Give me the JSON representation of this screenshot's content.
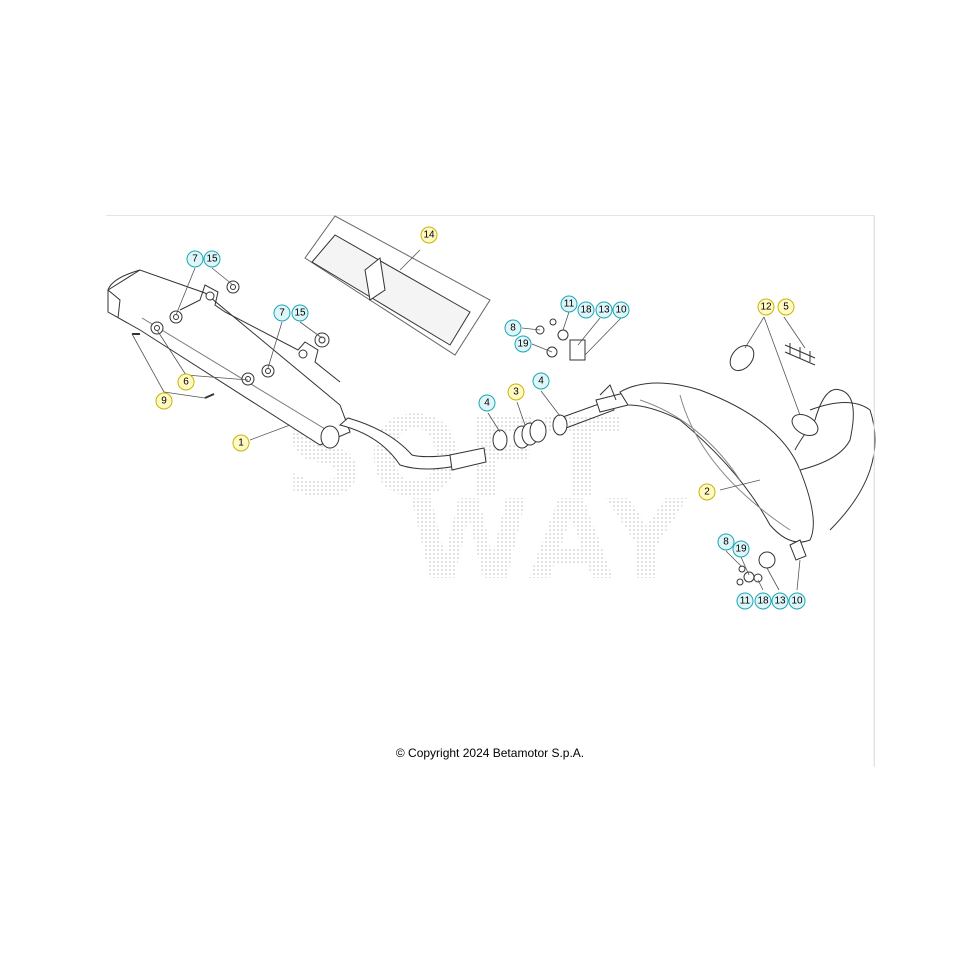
{
  "diagram": {
    "watermark": [
      "SOFT",
      "WAY"
    ],
    "copyright": "© Copyright 2024 Betamotor S.p.A.",
    "colors": {
      "yellow_callout": "#fff9c4",
      "cyan_callout": "#dff6f8",
      "yellow_ring": "#c9b500",
      "cyan_ring": "#1aa6b7"
    },
    "callouts": [
      {
        "label": "1",
        "style": "yellow"
      },
      {
        "label": "2",
        "style": "yellow"
      },
      {
        "label": "3",
        "style": "yellow"
      },
      {
        "label": "4",
        "style": "cyan"
      },
      {
        "label": "4",
        "style": "cyan"
      },
      {
        "label": "5",
        "style": "yellow"
      },
      {
        "label": "6",
        "style": "yellow"
      },
      {
        "label": "7",
        "style": "cyan"
      },
      {
        "label": "15",
        "style": "cyan"
      },
      {
        "label": "7",
        "style": "cyan"
      },
      {
        "label": "15",
        "style": "cyan"
      },
      {
        "label": "9",
        "style": "yellow"
      },
      {
        "label": "14",
        "style": "yellow"
      },
      {
        "label": "8",
        "style": "cyan"
      },
      {
        "label": "19",
        "style": "cyan"
      },
      {
        "label": "11",
        "style": "cyan"
      },
      {
        "label": "18",
        "style": "cyan"
      },
      {
        "label": "13",
        "style": "cyan"
      },
      {
        "label": "10",
        "style": "cyan"
      },
      {
        "label": "12",
        "style": "yellow"
      },
      {
        "label": "8",
        "style": "cyan"
      },
      {
        "label": "19",
        "style": "cyan"
      },
      {
        "label": "11",
        "style": "cyan"
      },
      {
        "label": "18",
        "style": "cyan"
      },
      {
        "label": "13",
        "style": "cyan"
      },
      {
        "label": "10",
        "style": "cyan"
      }
    ]
  }
}
